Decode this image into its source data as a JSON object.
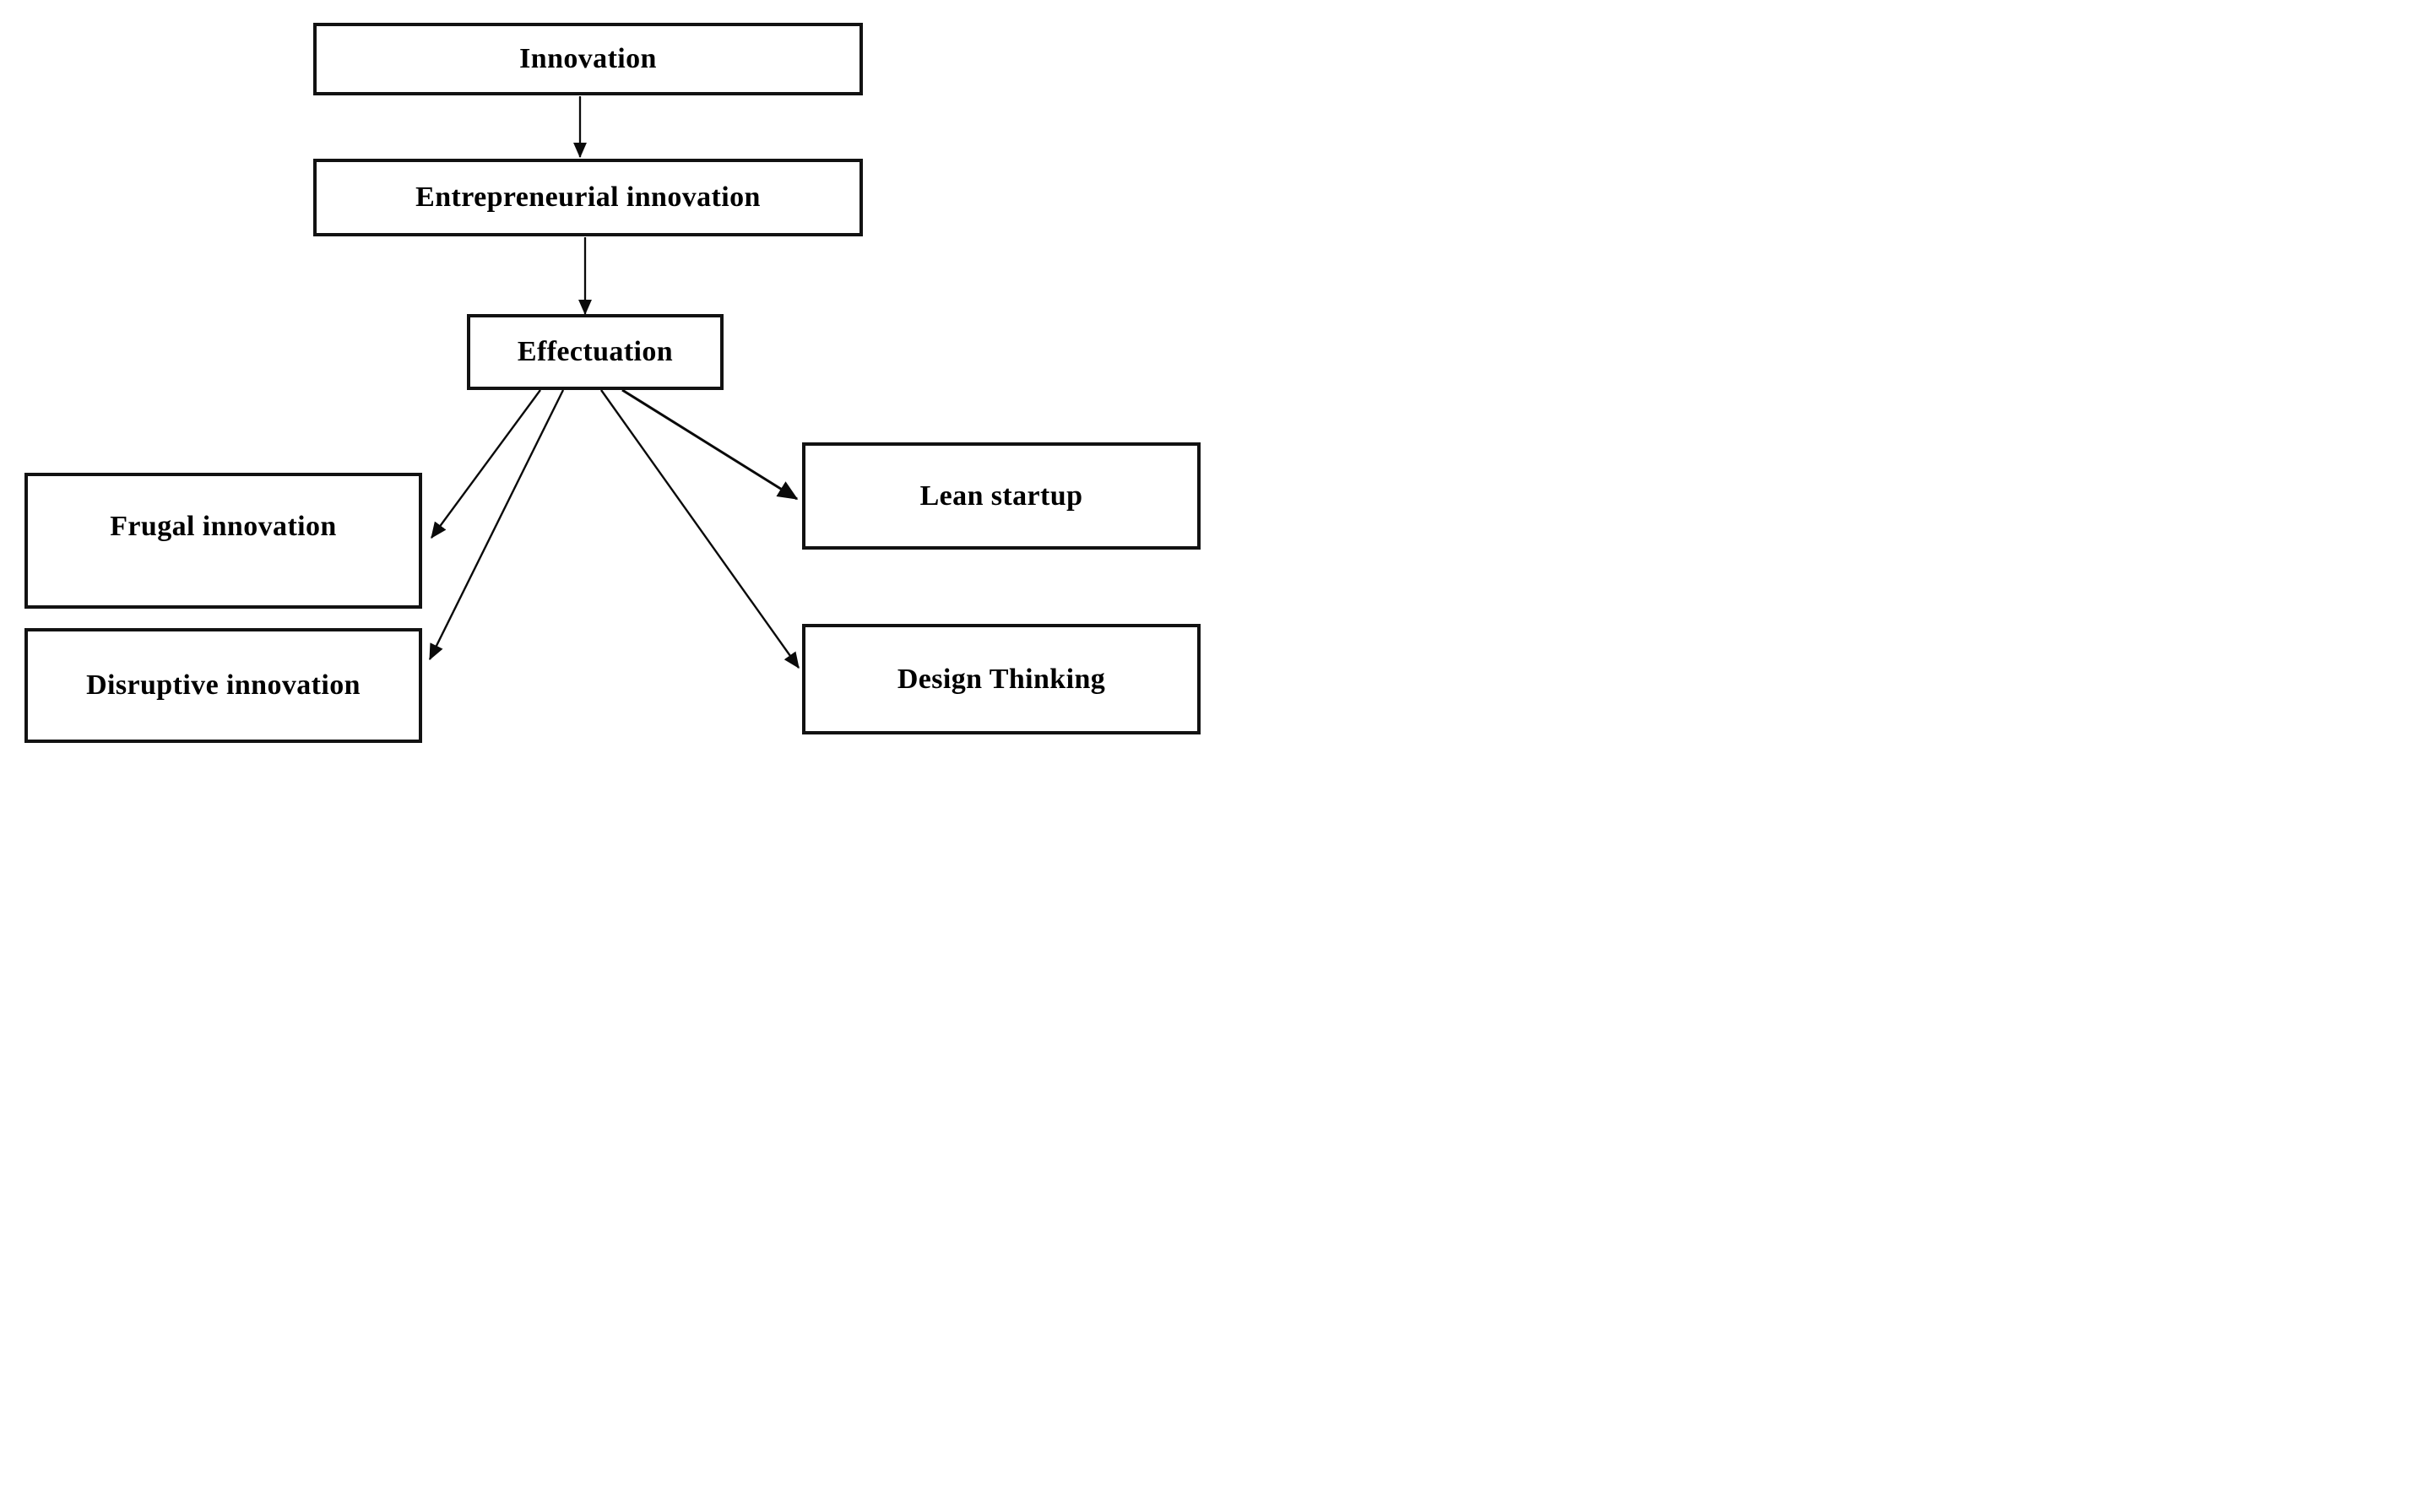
{
  "diagram": {
    "type": "flowchart",
    "colors": {
      "background": "#ffffff",
      "box_border": "#121212",
      "line": "#0a0a0a",
      "text": "#000000"
    },
    "nodes": [
      {
        "id": "innovation",
        "label": "Innovation"
      },
      {
        "id": "entrepreneurial-innovation",
        "label": "Entrepreneurial innovation"
      },
      {
        "id": "effectuation",
        "label": "Effectuation"
      },
      {
        "id": "frugal-innovation",
        "label": "Frugal innovation"
      },
      {
        "id": "disruptive-innovation",
        "label": "Disruptive innovation"
      },
      {
        "id": "lean-startup",
        "label": "Lean startup"
      },
      {
        "id": "design-thinking",
        "label": "Design Thinking"
      }
    ],
    "edges": [
      {
        "from": "innovation",
        "to": "entrepreneurial-innovation"
      },
      {
        "from": "entrepreneurial-innovation",
        "to": "effectuation"
      },
      {
        "from": "effectuation",
        "to": "frugal-innovation"
      },
      {
        "from": "effectuation",
        "to": "disruptive-innovation"
      },
      {
        "from": "effectuation",
        "to": "lean-startup"
      },
      {
        "from": "effectuation",
        "to": "design-thinking"
      }
    ]
  }
}
